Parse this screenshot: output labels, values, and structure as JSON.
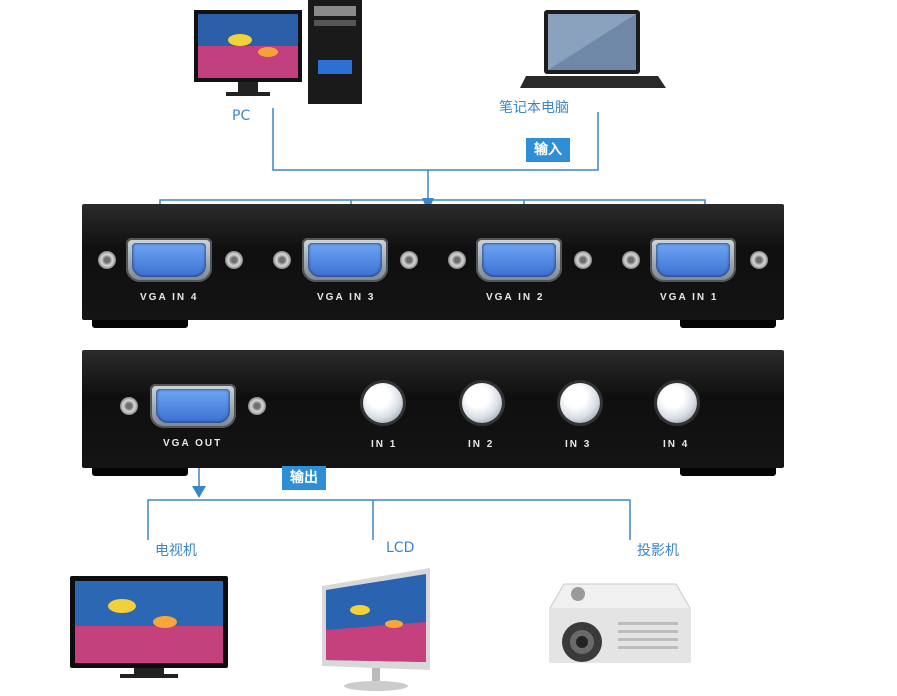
{
  "inputs": {
    "pc_label": "PC",
    "laptop_label": "笔记本电脑",
    "tag": "输入"
  },
  "back_panel": {
    "ports": [
      "VGA IN 4",
      "VGA IN 3",
      "VGA IN 2",
      "VGA IN 1"
    ]
  },
  "front_panel": {
    "output_port": "VGA OUT",
    "buttons": [
      "IN 1",
      "IN 2",
      "IN 3",
      "IN 4"
    ]
  },
  "outputs": {
    "tag": "输出",
    "tv_label": "电视机",
    "lcd_label": "LCD",
    "projector_label": "投影机"
  },
  "colors": {
    "line": "#3d86c6",
    "tag_bg": "#2f8fd6",
    "port_blue": "#4f86e0"
  },
  "icons": [
    "desktop-pc-icon",
    "laptop-icon",
    "tv-icon",
    "lcd-monitor-icon",
    "projector-icon"
  ]
}
